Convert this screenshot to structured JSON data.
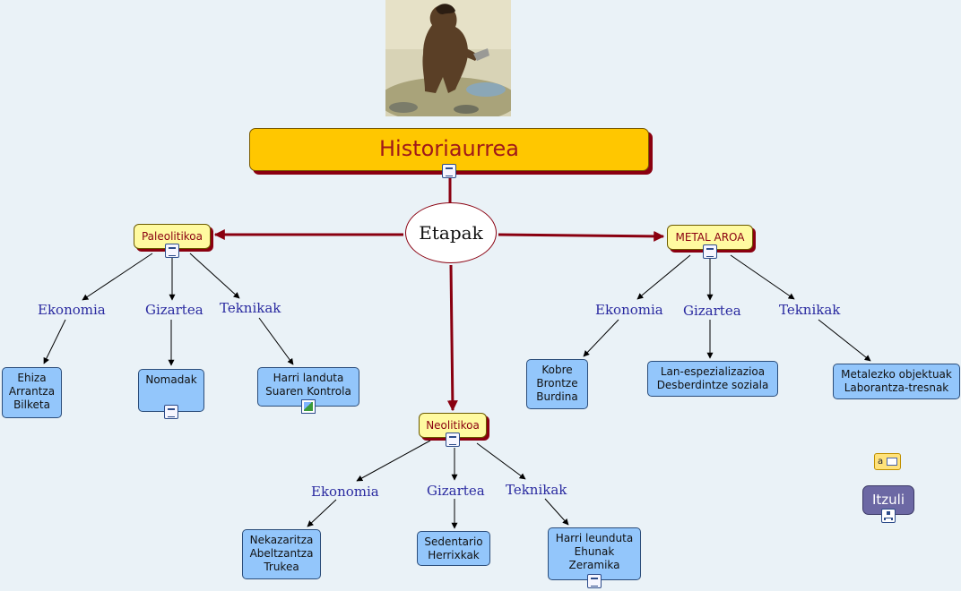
{
  "title": "Historiaurrea",
  "center": "Etapak",
  "periods": {
    "paleo": {
      "name": "Paleolitikoa",
      "ekonomia": "Ekonomia",
      "gizartea": "Gizartea",
      "teknikak": "Teknikak",
      "ekonomia_box": [
        "Ehiza",
        "Arrantza",
        "Bilketa"
      ],
      "gizartea_box": [
        "Nomadak"
      ],
      "teknikak_box": [
        "Harri landuta",
        "Suaren Kontrola"
      ]
    },
    "neo": {
      "name": "Neolitikoa",
      "ekonomia": "Ekonomia",
      "gizartea": "Gizartea",
      "teknikak": "Teknikak",
      "ekonomia_box": [
        "Nekazaritza",
        "Abeltzantza",
        "Trukea"
      ],
      "gizartea_box": [
        "Sedentario",
        "Herrixkak"
      ],
      "teknikak_box": [
        "Harri leunduta",
        "Ehunak",
        "Zeramika"
      ]
    },
    "metal": {
      "name": "METAL AROA",
      "ekonomia": "Ekonomia",
      "gizartea": "Gizartea",
      "teknikak": "Teknikak",
      "ekonomia_box": [
        "Kobre",
        "Brontze",
        "Burdina"
      ],
      "gizartea_box": [
        "Lan-espezializazioa",
        "Desberdintze  soziala"
      ],
      "teknikak_box": [
        "Metalezko objektuak",
        "Laborantza-tresnak"
      ]
    }
  },
  "itzuli": "Itzuli",
  "text_icon_glyph": "a",
  "icons": [
    "document-icon",
    "image-icon",
    "sitemap-icon",
    "text-note-icon"
  ],
  "colors": {
    "background": "#eaf2f7",
    "title_fill": "#ffc700",
    "title_text": "#a01a1a",
    "period_fill": "#fffaa0",
    "box_fill": "#93c6fb",
    "main_link": "#8a0010",
    "label_text": "#2a2aa0",
    "itzuli_fill": "#6c68a4"
  }
}
